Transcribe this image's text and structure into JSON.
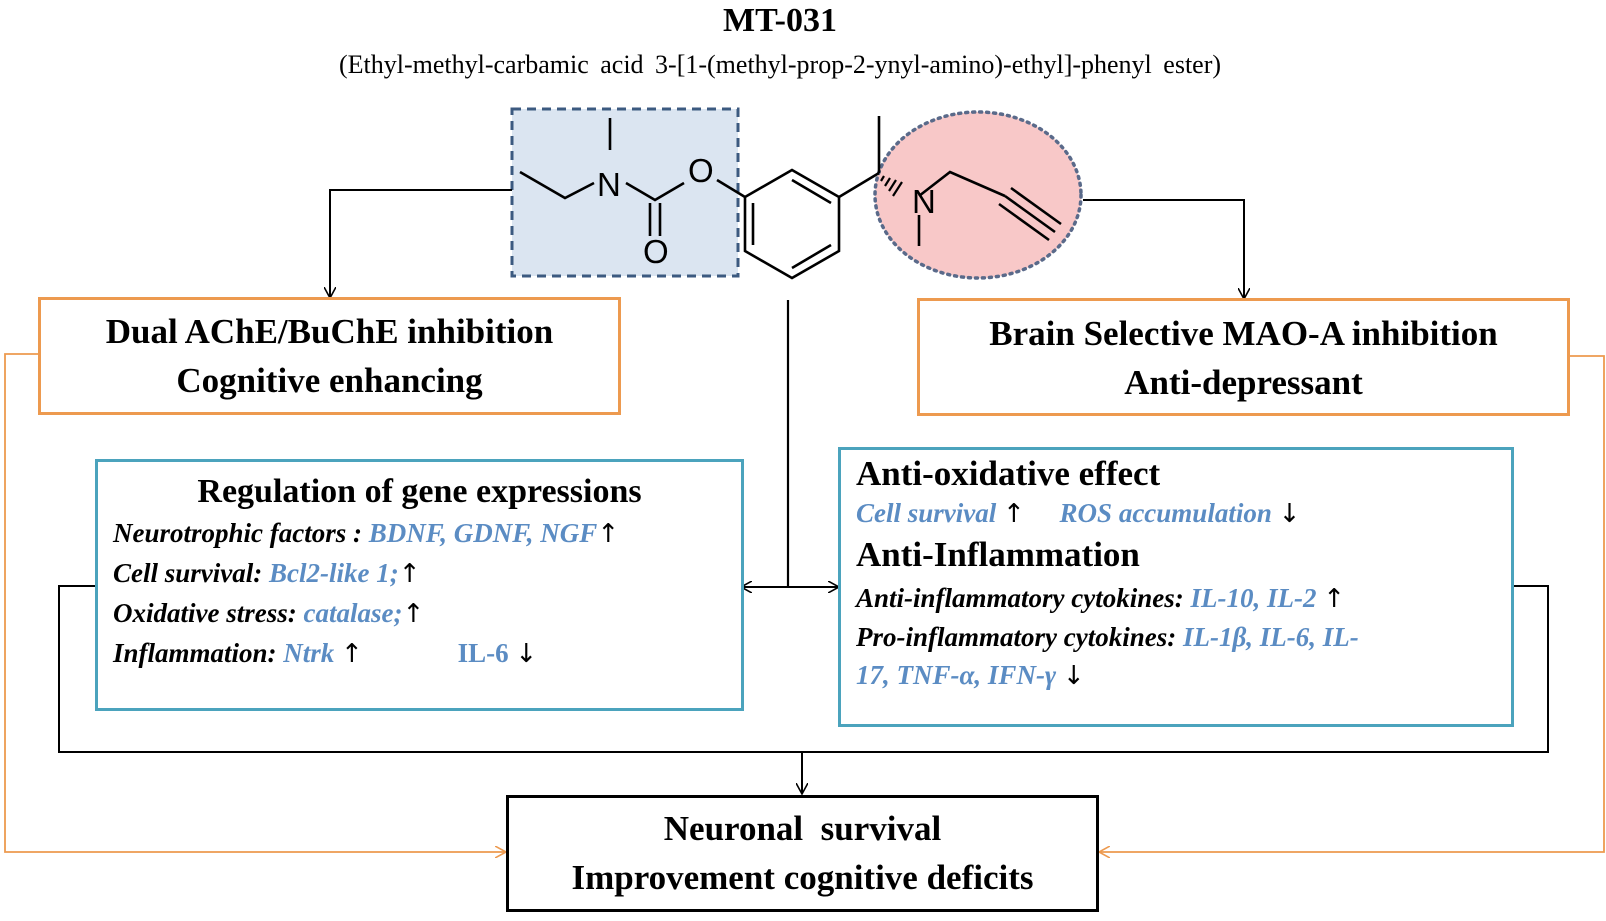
{
  "header": {
    "title": "MT-031",
    "subtitle": "(Ethyl-methyl-carbamic acid 3-[1-(methyl-prop-2-ynyl-amino)-ethyl]-phenyl ester)"
  },
  "molecule": {
    "atoms": {
      "n_left": "N",
      "o_ester": "O",
      "o_carbonyl": "O",
      "n_right": "N"
    },
    "colors": {
      "left_highlight": "#dbe5f1",
      "left_border": "#3c5a80",
      "right_highlight": "#f8c8c8",
      "right_border": "#5a6a8a"
    }
  },
  "left_effect": {
    "line1": "Dual AChE/BuChE inhibition",
    "line2": "Cognitive enhancing"
  },
  "right_effect": {
    "line1": "Brain Selective MAO-A inhibition",
    "line2": "Anti-depressant"
  },
  "gene_box": {
    "title": "Regulation of gene expressions",
    "rows": [
      {
        "label": "Neurotrophic factors :",
        "value": "BDNF, GDNF, NGF",
        "arrow": "↑"
      },
      {
        "label": "Cell survival:",
        "value": "Bcl2-like 1;",
        "arrow": "↑"
      },
      {
        "label": "Oxidative stress:",
        "value": "catalase;",
        "arrow": "↑"
      },
      {
        "label": "Inflammation:",
        "value": "Ntrk",
        "arrow": "↑",
        "value2": "IL-6",
        "arrow2": "↓"
      }
    ]
  },
  "effect_box": {
    "title1": "Anti-oxidative effect",
    "ox_item1": "Cell survival",
    "ox_arrow1": "↑",
    "ox_item2": "ROS accumulation",
    "ox_arrow2": "↓",
    "title2": "Anti-Inflammation",
    "anti_label": "Anti-inflammatory cytokines:",
    "anti_value": "IL-10, IL-2",
    "anti_arrow": "↑",
    "pro_label": "Pro-inflammatory cytokines:",
    "pro_value_a": "IL-1β, IL-6, IL-",
    "pro_value_b": "17, TNF-α, IFN-γ",
    "pro_arrow": "↓"
  },
  "outcome": {
    "line1": "Neuronal  survival",
    "line2": "Improvement cognitive deficits"
  },
  "colors": {
    "orange": "#ed9a4f",
    "teal": "#4ba3bd",
    "blue_text": "#5b8cc3"
  }
}
